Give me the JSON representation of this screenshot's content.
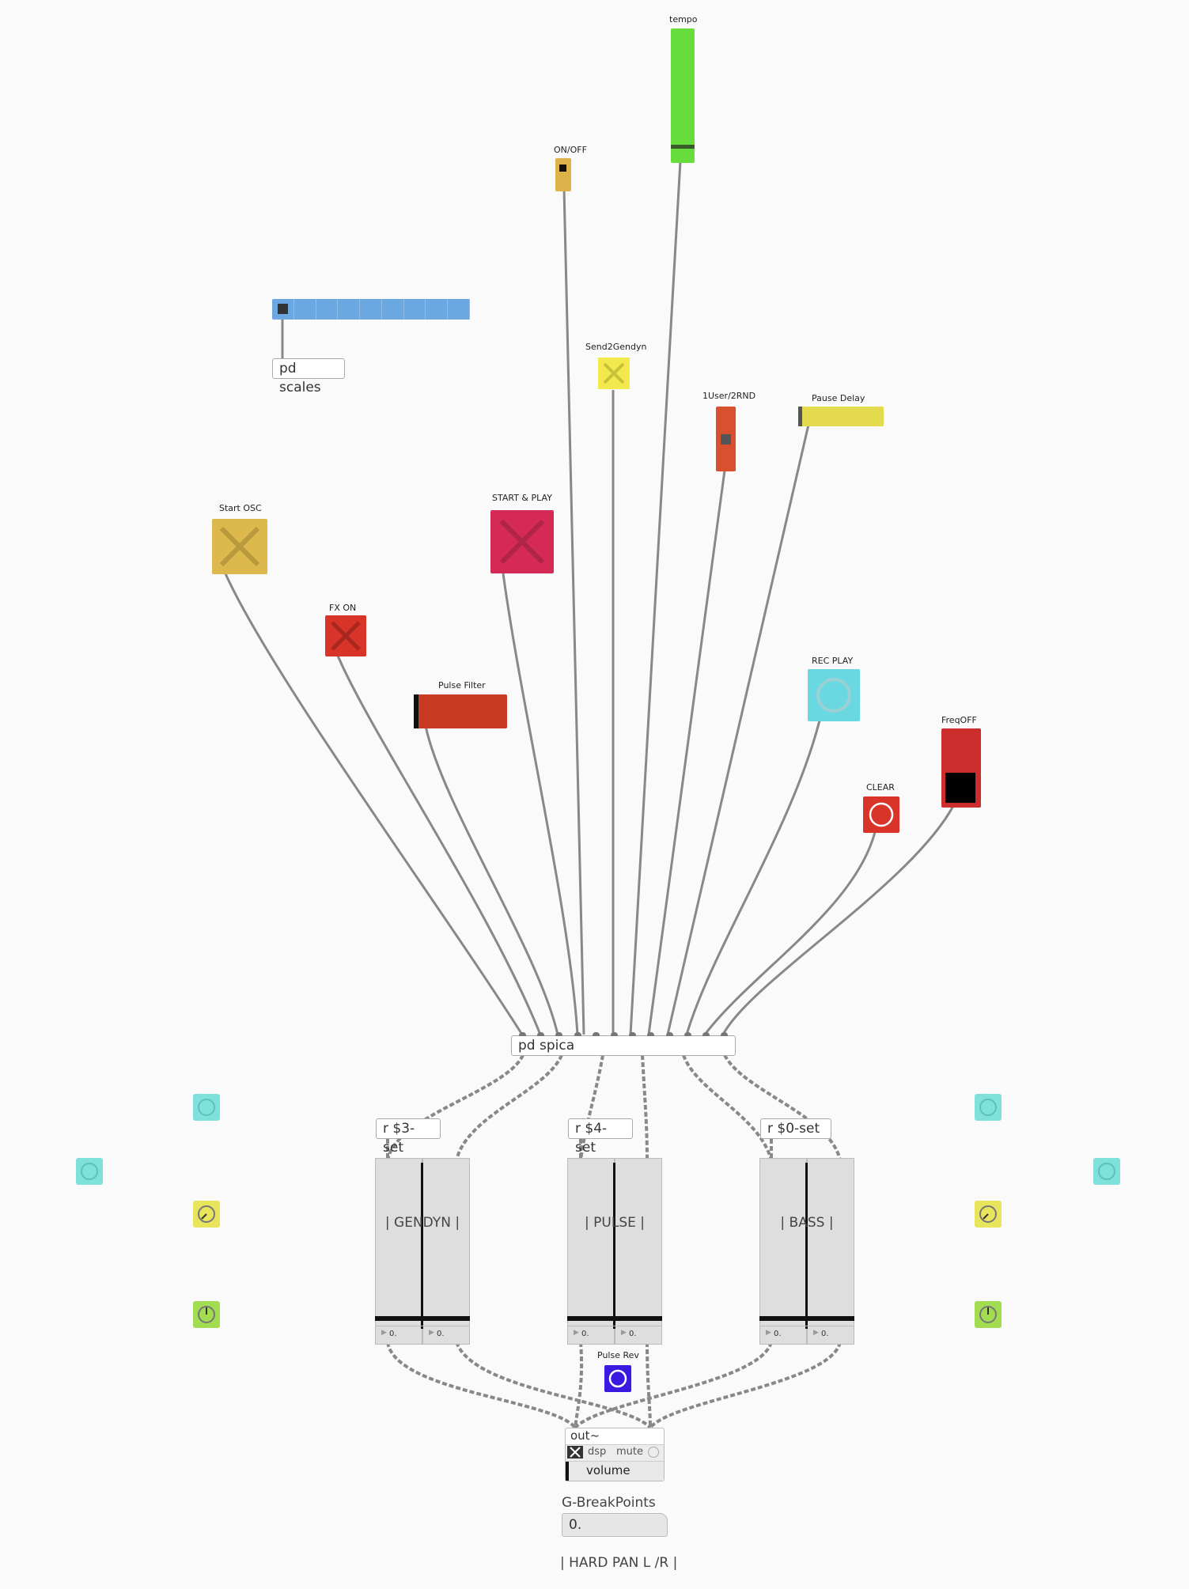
{
  "controls": {
    "tempo_label": "tempo",
    "onoff_label": "ON/OFF",
    "send2gendyn_label": "Send2Gendyn",
    "user_rnd_label": "1User/2RND",
    "pause_delay_label": "Pause Delay",
    "start_osc_label": "Start OSC",
    "start_play_label": "START & PLAY",
    "fx_on_label": "FX ON",
    "pulse_filter_label": "Pulse Filter",
    "rec_play_label": "REC PLAY",
    "freqoff_label": "FreqOFF",
    "clear_label": "CLEAR",
    "pulse_rev_label": "Pulse Rev"
  },
  "objects": {
    "pd_scales": "pd scales",
    "pd_spica": "pd spica",
    "r3": "r $3-set",
    "r4": "r $4-set",
    "r0": "r $0-set"
  },
  "mixer": {
    "channels": [
      {
        "name": "| GENDYN |",
        "left_value": "0.",
        "right_value": "0."
      },
      {
        "name": "| PULSE |",
        "left_value": "0.",
        "right_value": "0."
      },
      {
        "name": "| BASS |",
        "left_value": "0.",
        "right_value": "0."
      }
    ]
  },
  "output": {
    "title": "out~",
    "dsp_label": "dsp",
    "mute_label": "mute",
    "volume_label": "volume"
  },
  "breakpoints": {
    "label": "G-BreakPoints",
    "value": "0."
  },
  "hard_pan_label": "| HARD PAN L /R |",
  "colors": {
    "tempo": "#66dd3c",
    "onoff": "#ddb24a",
    "scale_bar": "#6ba7e0",
    "send2gendyn": "#f2ea4c",
    "user_rnd": "#d9502e",
    "pause_delay": "#e4da4e",
    "start_osc": "#ddb84c",
    "start_play": "#d52a55",
    "fx_on": "#d8342a",
    "pulse_filter": "#c93a22",
    "rec_play": "#6ad8e0",
    "freqoff": "#cc2d2d",
    "clear": "#d8342a",
    "pulse_rev": "#3a1ae0",
    "knob_cyan": "#7fe0dc",
    "knob_yellow": "#e8e45c",
    "knob_green": "#a2dc50"
  },
  "levels": {
    "tempo_fraction": 0.05,
    "pause_delay_fraction": 0.0,
    "pulse_filter_fraction": 0.0,
    "volume_fraction": 0.0
  }
}
